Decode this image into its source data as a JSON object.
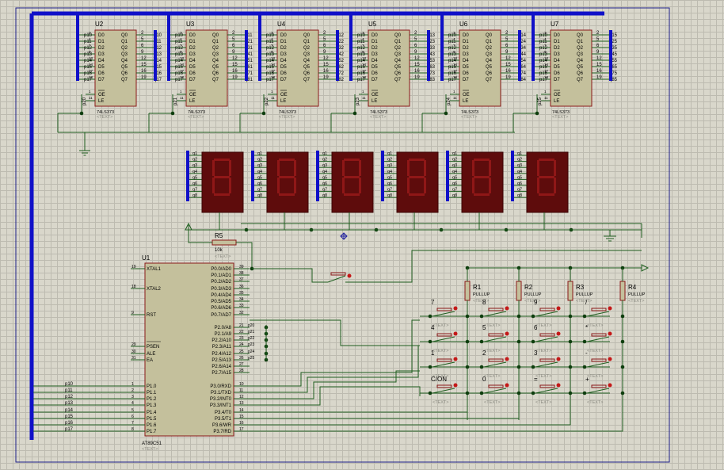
{
  "latches": [
    {
      "ref": "U2",
      "type": "74LS373",
      "text": "<TEXT>",
      "d_pins": [
        "p10",
        "p11",
        "p12",
        "p13",
        "p14",
        "p15",
        "p16",
        "p17"
      ],
      "q_nets": [
        "q10",
        "q11",
        "q12",
        "q13",
        "q14",
        "q15",
        "q16",
        "q17"
      ],
      "le_net": "p20"
    },
    {
      "ref": "U3",
      "type": "74LS373",
      "text": "<TEXT>",
      "d_pins": [
        "p10",
        "p11",
        "p12",
        "p13",
        "p14",
        "p15",
        "p16",
        "p17"
      ],
      "q_nets": [
        "q11",
        "q21",
        "q31",
        "q41",
        "q51",
        "q61",
        "q71",
        "q81"
      ],
      "le_net": "p21"
    },
    {
      "ref": "U4",
      "type": "74LS373",
      "text": "<TEXT>",
      "d_pins": [
        "p10",
        "p11",
        "p12",
        "p13",
        "p14",
        "p15",
        "p16",
        "p17"
      ],
      "q_nets": [
        "q12",
        "q22",
        "q32",
        "q42",
        "q52",
        "q62",
        "q72",
        "q82"
      ],
      "le_net": "p22"
    },
    {
      "ref": "U5",
      "type": "74LS373",
      "text": "<TEXT>",
      "d_pins": [
        "p10",
        "p11",
        "p12",
        "p13",
        "p14",
        "p15",
        "p16",
        "p17"
      ],
      "q_nets": [
        "q13",
        "q23",
        "q33",
        "q43",
        "q53",
        "q63",
        "q73",
        "q83"
      ],
      "le_net": "p23"
    },
    {
      "ref": "U6",
      "type": "74LS373",
      "text": "<TEXT>",
      "d_pins": [
        "p10",
        "p11",
        "p12",
        "p13",
        "p14",
        "p15",
        "p16",
        "p17"
      ],
      "q_nets": [
        "q14",
        "q24",
        "q34",
        "q44",
        "q54",
        "q64",
        "q74",
        "q84"
      ],
      "le_net": "p24"
    },
    {
      "ref": "U7",
      "type": "74LS373",
      "text": "<TEXT>",
      "d_pins": [
        "p10",
        "p11",
        "p12",
        "p13",
        "p14",
        "p15",
        "p16",
        "p17"
      ],
      "q_nets": [
        "q15",
        "q25",
        "q35",
        "q45",
        "q55",
        "q65",
        "q75",
        "q85"
      ],
      "le_net": "p25"
    }
  ],
  "latch_pins": {
    "d_labels": [
      "D0",
      "D1",
      "D2",
      "D3",
      "D4",
      "D5",
      "D6",
      "D7"
    ],
    "q_labels": [
      "Q0",
      "Q1",
      "Q2",
      "Q3",
      "Q4",
      "Q5",
      "Q6",
      "Q7"
    ],
    "d_nums": [
      "3",
      "4",
      "7",
      "8",
      "13",
      "14",
      "17",
      "18"
    ],
    "q_nums": [
      "2",
      "5",
      "6",
      "9",
      "12",
      "15",
      "16",
      "19"
    ],
    "oe": "OE",
    "le": "LE",
    "oe_num": "1",
    "le_num": "11"
  },
  "displays": [
    {
      "nets": [
        "q1",
        "q2",
        "q3",
        "q4",
        "q5",
        "q6",
        "q7",
        "q8"
      ],
      "digit": "8"
    },
    {
      "nets": [
        "q1",
        "q2",
        "q3",
        "q4",
        "q5",
        "q6",
        "q7",
        "q8"
      ],
      "digit": "8"
    },
    {
      "nets": [
        "q1",
        "q2",
        "q3",
        "q4",
        "q5",
        "q6",
        "q7",
        "q8"
      ],
      "digit": "8"
    },
    {
      "nets": [
        "q1",
        "q2",
        "q3",
        "q4",
        "q5",
        "q6",
        "q7",
        "q8"
      ],
      "digit": "8"
    },
    {
      "nets": [
        "q1",
        "q2",
        "q3",
        "q4",
        "q5",
        "q6",
        "q7",
        "q8"
      ],
      "digit": "8"
    },
    {
      "nets": [
        "q1",
        "q2",
        "q3",
        "q4",
        "q5",
        "q6",
        "q7",
        "q8"
      ],
      "digit": "8"
    }
  ],
  "mcu": {
    "ref": "U1",
    "type": "AT89C51",
    "text": "<TEXT>",
    "left_pins": [
      {
        "num": "19",
        "name": "XTAL1"
      },
      {
        "num": "18",
        "name": "XTAL2"
      },
      {
        "num": "9",
        "name": "RST"
      },
      {
        "num": "29",
        "name": "PSEN"
      },
      {
        "num": "30",
        "name": "ALE"
      },
      {
        "num": "31",
        "name": "EA"
      },
      {
        "num": "1",
        "name": "P1.0",
        "net": "p10"
      },
      {
        "num": "2",
        "name": "P1.1",
        "net": "p11"
      },
      {
        "num": "3",
        "name": "P1.2",
        "net": "p12"
      },
      {
        "num": "4",
        "name": "P1.3",
        "net": "p13"
      },
      {
        "num": "5",
        "name": "P1.4",
        "net": "p14"
      },
      {
        "num": "6",
        "name": "P1.5",
        "net": "p15"
      },
      {
        "num": "7",
        "name": "P1.6",
        "net": "p16"
      },
      {
        "num": "8",
        "name": "P1.7",
        "net": "p17"
      }
    ],
    "right_pins": [
      {
        "num": "39",
        "name": "P0.0/AD0"
      },
      {
        "num": "38",
        "name": "P0.1/AD1"
      },
      {
        "num": "37",
        "name": "P0.2/AD2"
      },
      {
        "num": "36",
        "name": "P0.3/AD3"
      },
      {
        "num": "35",
        "name": "P0.4/AD4"
      },
      {
        "num": "34",
        "name": "P0.5/AD5"
      },
      {
        "num": "33",
        "name": "P0.6/AD6"
      },
      {
        "num": "32",
        "name": "P0.7/AD7"
      },
      {
        "num": "21",
        "name": "P2.0/A8",
        "net": "p20"
      },
      {
        "num": "22",
        "name": "P2.1/A9",
        "net": "p21"
      },
      {
        "num": "23",
        "name": "P2.2/A10",
        "net": "p22"
      },
      {
        "num": "24",
        "name": "P2.3/A11",
        "net": "p23"
      },
      {
        "num": "25",
        "name": "P2.4/A12",
        "net": "p24"
      },
      {
        "num": "26",
        "name": "P2.5/A13",
        "net": "p25"
      },
      {
        "num": "27",
        "name": "P2.6/A14"
      },
      {
        "num": "28",
        "name": "P2.7/A15"
      },
      {
        "num": "10",
        "name": "P3.0/RXD"
      },
      {
        "num": "11",
        "name": "P3.1/TXD"
      },
      {
        "num": "12",
        "name": "P3.2/INT0"
      },
      {
        "num": "13",
        "name": "P3.3/INT1"
      },
      {
        "num": "14",
        "name": "P3.4/T0"
      },
      {
        "num": "15",
        "name": "P3.5/T1"
      },
      {
        "num": "16",
        "name": "P3.6/WR"
      },
      {
        "num": "17",
        "name": "P3.7/RD"
      }
    ]
  },
  "resistors": [
    {
      "ref": "R5",
      "value": "10k",
      "text": "<TEXT>"
    },
    {
      "ref": "R1",
      "value": "PULLUP",
      "text": "<TEXT>"
    },
    {
      "ref": "R2",
      "value": "PULLUP",
      "text": "<TEXT>"
    },
    {
      "ref": "R3",
      "value": "PULLUP",
      "text": "<TEXT>"
    },
    {
      "ref": "R4",
      "value": "PULLUP",
      "text": "<TEXT>"
    }
  ],
  "keypad": {
    "rows": [
      [
        "7",
        "8",
        "9",
        "/"
      ],
      [
        "4",
        "5",
        "6",
        "*"
      ],
      [
        "1",
        "2",
        "3",
        "-"
      ],
      [
        "C/ON",
        "0",
        "=",
        "+"
      ]
    ],
    "text": "<TEXT>"
  },
  "colors": {
    "wire": "#1f5e1f",
    "bus": "#1010c8",
    "chip_fill": "#c4c09c",
    "chip_border": "#8a1a1a",
    "seg_bg": "#5e0c0c",
    "seg_on": "#8f1717",
    "node": "#0e3e0e",
    "pushdot": "#c41818"
  }
}
